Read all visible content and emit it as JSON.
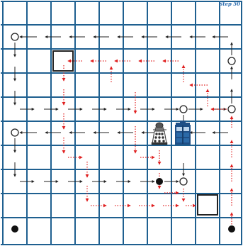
{
  "step_label": "Step 50",
  "colors": {
    "grid": "#1f6090",
    "path_black": "#222222",
    "path_red": "#e02020",
    "node_outline": "#222222",
    "node_fill_empty": "#ffffff",
    "node_fill_solid": "#111111",
    "tardis": "#1f4f86",
    "dalek": "#333333"
  },
  "board": {
    "columns": 10,
    "rows": 10
  },
  "icons": {
    "tardis": "tardis-icon",
    "dalek": "dalek-icon",
    "target_box": "target-square-icon"
  }
}
